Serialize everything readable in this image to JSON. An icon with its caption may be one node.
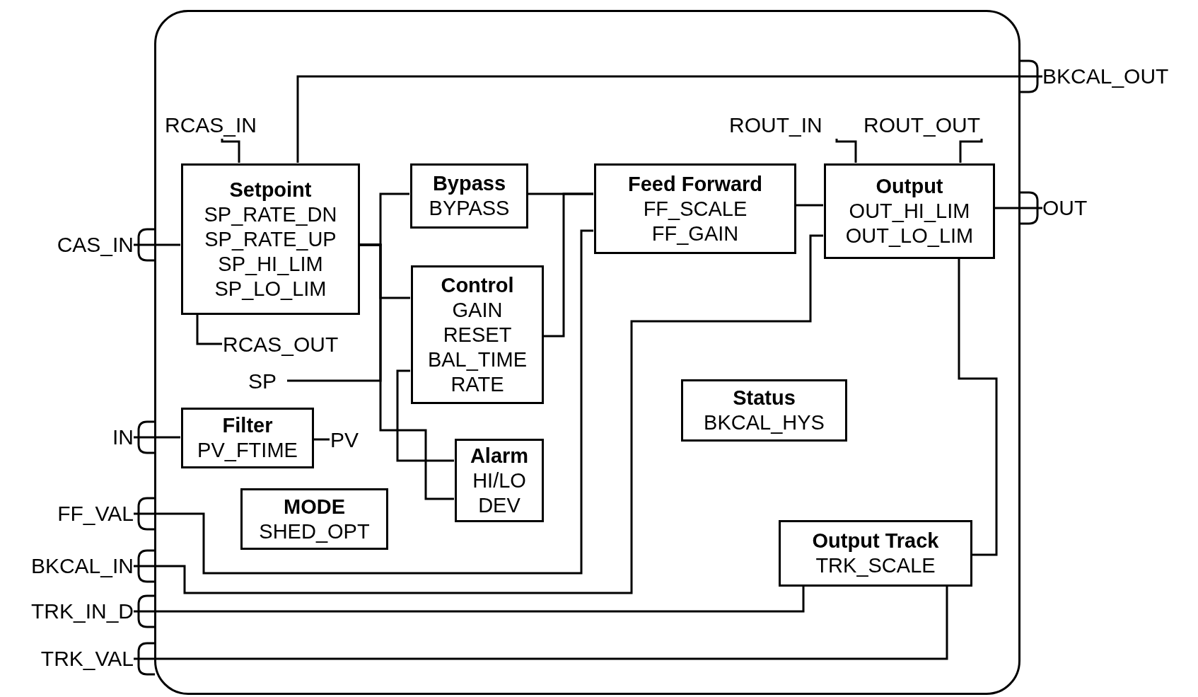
{
  "diagram": {
    "nodes": [
      {
        "text": [],
        "shape": "box"
      },
      {
        "text": [
          "BKCAL_OUT"
        ]
      },
      {
        "text": [
          "RCAS_IN"
        ],
        "in": 0
      },
      {
        "text": [
          "ROUT_IN"
        ],
        "in": 0
      },
      {
        "text": [
          "ROUT_OUT"
        ],
        "in": 0
      },
      {
        "text": [
          "CAS_IN"
        ]
      },
      {
        "text": [
          "Setpoint",
          "SP_RATE_DN",
          "SP_RATE_UP",
          "SP_HI_LIM",
          "SP_LO_LIM"
        ],
        "in": 0
      },
      {
        "text": [
          "Bypass",
          "BYPASS"
        ],
        "in": 0
      },
      {
        "text": [
          "Feed Forward",
          "FF_SCALE",
          "FF_GAIN"
        ],
        "in": 0
      },
      {
        "text": [
          "Output",
          "OUT_HI_LIM",
          "OUT_LO_LIM"
        ],
        "in": 0
      },
      {
        "text": [
          "OUT"
        ]
      },
      {
        "text": [
          "Control",
          "GAIN",
          "RESET",
          "BAL_TIME",
          "RATE"
        ],
        "in": 0
      },
      {
        "text": [
          "RCAS_OUT"
        ],
        "in": 0
      },
      {
        "text": [
          "SP"
        ],
        "in": 0
      },
      {
        "text": [
          "Status",
          "BKCAL_HYS"
        ],
        "in": 0
      },
      {
        "text": [
          "IN"
        ]
      },
      {
        "text": [
          "Filter",
          "PV_FTIME"
        ],
        "in": 0
      },
      {
        "text": [
          "PV"
        ],
        "in": 0
      },
      {
        "text": [
          "Alarm",
          "HI/LO",
          "DEV"
        ],
        "in": 0
      },
      {
        "text": [
          "FF_VAL"
        ]
      },
      {
        "text": [
          "MODE",
          "SHED_OPT"
        ],
        "in": 0
      },
      {
        "text": [
          "Output Track",
          "TRK_SCALE"
        ],
        "in": 0
      },
      {
        "text": [
          "BKCAL_IN"
        ]
      },
      {
        "text": [
          "TRK_IN_D"
        ]
      },
      {
        "text": [
          "TRK_VAL"
        ]
      }
    ],
    "edges": [
      {
        "from": 5,
        "to": 6,
        "arrow": "none"
      },
      {
        "from": 2,
        "to": 6,
        "arrow": "none"
      },
      {
        "from": 6,
        "to": 12,
        "arrow": "none"
      },
      {
        "from": 6,
        "to": 1,
        "arrow": "none"
      },
      {
        "from": 6,
        "to": 7,
        "arrow": "none"
      },
      {
        "from": 6,
        "to": 11,
        "arrow": "none"
      },
      {
        "from": 6,
        "to": 13,
        "arrow": "none"
      },
      {
        "from": 6,
        "to": 18,
        "arrow": "none"
      },
      {
        "from": 11,
        "to": 18,
        "arrow": "none"
      },
      {
        "from": 7,
        "to": 8,
        "arrow": "none"
      },
      {
        "from": 11,
        "to": 8,
        "arrow": "none"
      },
      {
        "from": 19,
        "to": 8,
        "arrow": "none"
      },
      {
        "from": 8,
        "to": 9,
        "arrow": "none"
      },
      {
        "from": 22,
        "to": 9,
        "arrow": "none"
      },
      {
        "from": 9,
        "to": 10,
        "arrow": "none"
      },
      {
        "from": 3,
        "to": 9,
        "arrow": "none"
      },
      {
        "from": 9,
        "to": 4,
        "arrow": "none"
      },
      {
        "from": 9,
        "to": 21,
        "arrow": "none"
      },
      {
        "from": 23,
        "to": 21,
        "arrow": "none"
      },
      {
        "from": 24,
        "to": 21,
        "arrow": "none"
      },
      {
        "from": 16,
        "to": 17,
        "arrow": "none"
      },
      {
        "from": 15,
        "to": 16,
        "arrow": "none"
      }
    ]
  }
}
